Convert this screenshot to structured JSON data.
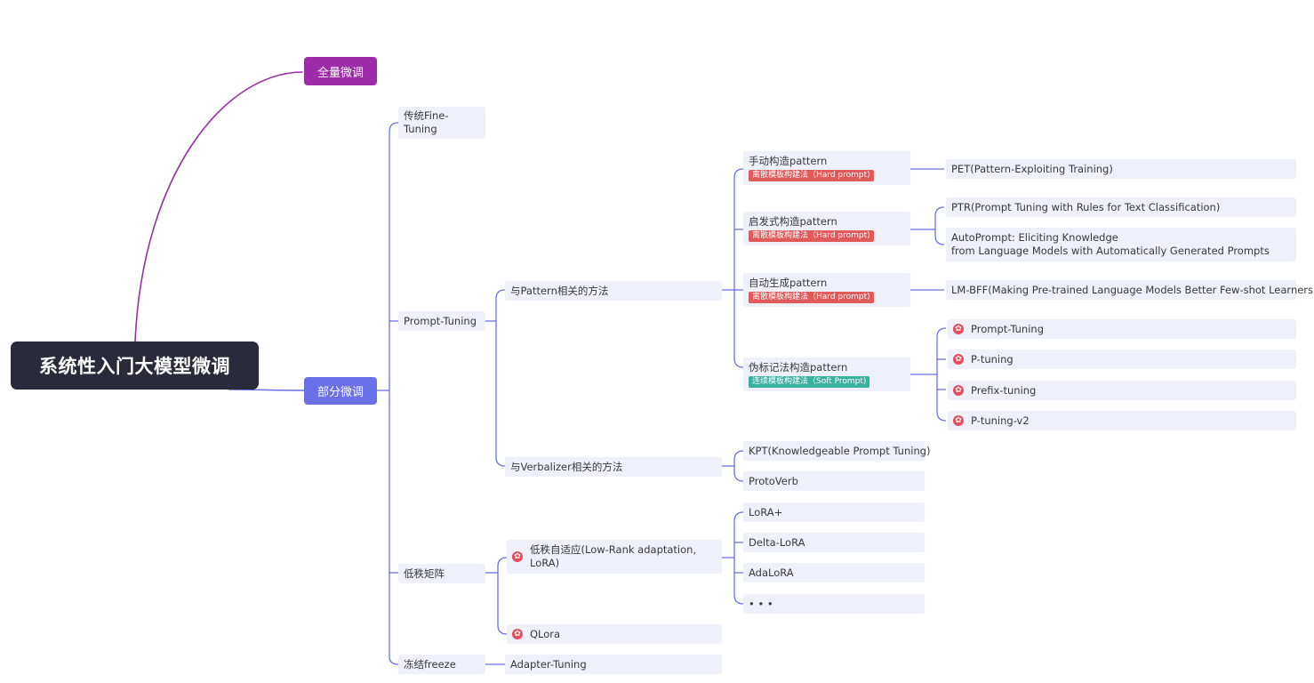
{
  "root": "系统性入门大模型微调",
  "level1": {
    "full": "全量微调",
    "partial": "部分微调"
  },
  "level2": {
    "traditional": "传统Fine-Tuning",
    "prompt_tuning": "Prompt-Tuning",
    "low_rank": "低秩矩阵",
    "freeze": "冻结freeze"
  },
  "level3": {
    "pattern_methods": "与Pattern相关的方法",
    "verbalizer_methods": "与Verbalizer相关的方法",
    "lora": "低秩自适应(Low-Rank adaptation, LoRA)",
    "qlora": "QLora",
    "adapter": "Adapter-Tuning"
  },
  "pattern_nodes": [
    {
      "label": "手动构造pattern",
      "tag": "离散模板构建法（Hard prompt)",
      "tag_color": "#e15a5a"
    },
    {
      "label": "启发式构造pattern",
      "tag": "离散模板构建法（Hard prompt)",
      "tag_color": "#e15a5a"
    },
    {
      "label": "自动生成pattern",
      "tag": "离散模板构建法（Hard prompt)",
      "tag_color": "#e15a5a"
    },
    {
      "label": "伪标记法构造pattern",
      "tag": "连续模板构建法（Soft Prompt)",
      "tag_color": "#3ab09e"
    }
  ],
  "verbalizer_items": [
    "KPT(Knowledgeable Prompt Tuning)",
    "ProtoVerb"
  ],
  "lora_items": [
    "LoRA+",
    "Delta-LoRA",
    "AdaLoRA",
    "• • •"
  ],
  "leaves": {
    "pet": "PET(Pattern-Exploiting Training)",
    "ptr": "PTR(Prompt Tuning with Rules for Text Classification)",
    "autoprompt_1": "AutoPrompt: Eliciting Knowledge",
    "autoprompt_2": "from Language Models with Automatically Generated Prompts",
    "lmbff": "LM-BFF(Making Pre-trained Language Models Better Few-shot Learners)",
    "soft": [
      "Prompt-Tuning",
      "P-tuning",
      "Prefix-tuning",
      "P-tuning-v2"
    ]
  },
  "colors": {
    "full": "#9c2ca8",
    "partial": "#6a70e8",
    "root": "#2a2b3a",
    "line": "#6a70e8",
    "star": "#e84c5a"
  },
  "icons": {
    "star": "star-badge-icon"
  }
}
